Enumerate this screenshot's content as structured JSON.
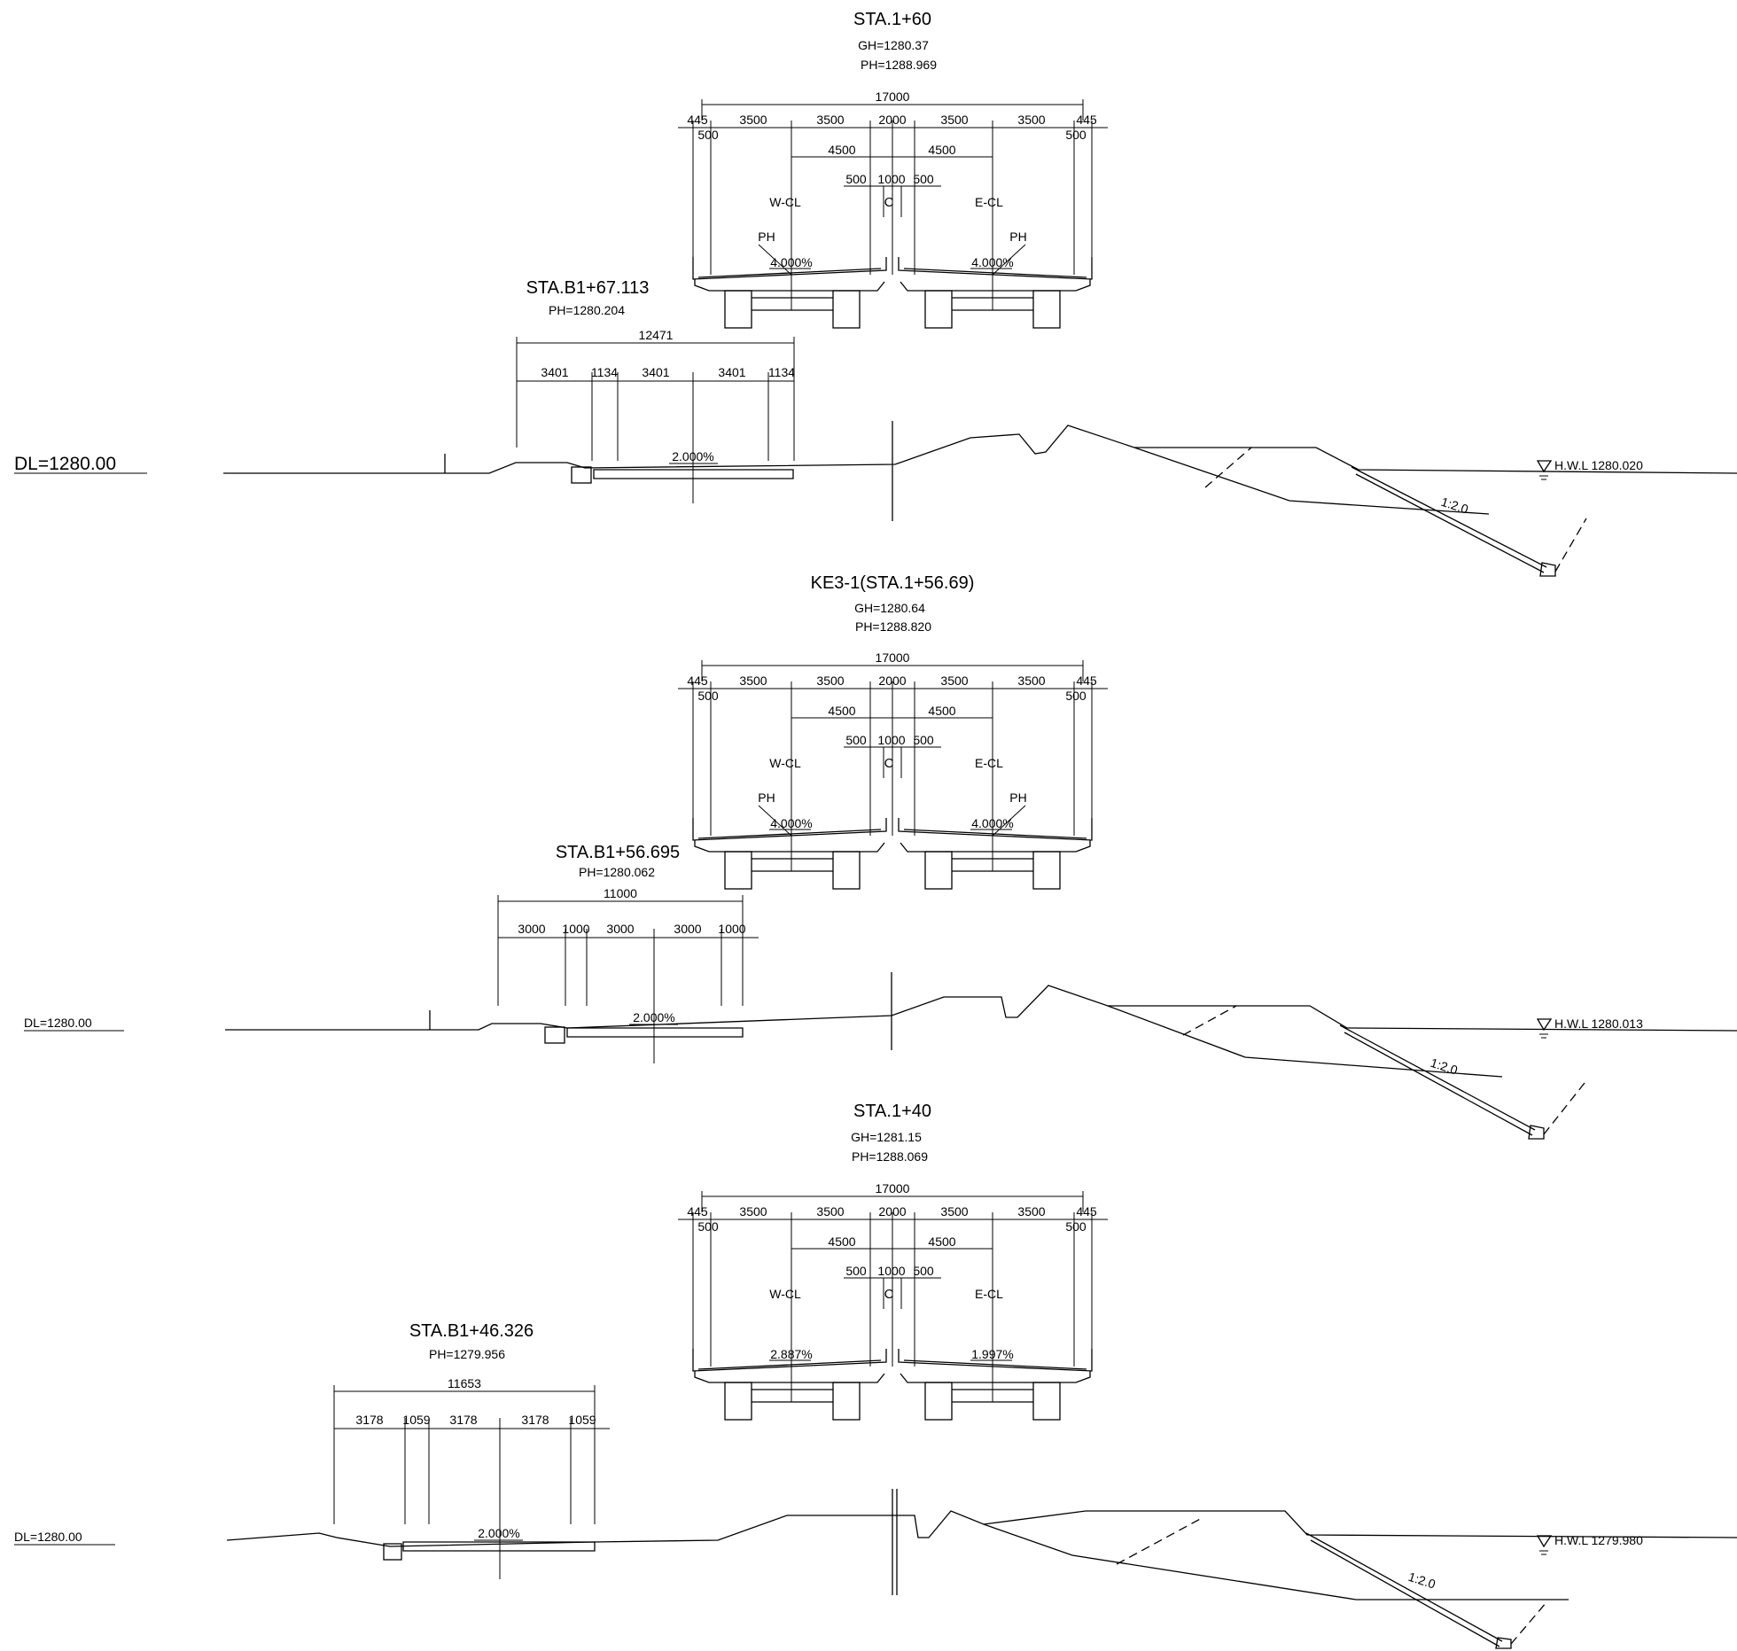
{
  "sections": [
    {
      "bridge": {
        "station": "STA.1+60",
        "gh": "GH=1280.37",
        "ph": "PH=1288.969",
        "overall": "17000",
        "spans": [
          "445",
          "3500",
          "3500",
          "2000",
          "3500",
          "3500",
          "445"
        ],
        "parapet_left": "500",
        "parapet_right": "500",
        "lane_half_left": "4500",
        "lane_half_right": "4500",
        "median": [
          "500",
          "1000",
          "500"
        ],
        "w_cl": "W-CL",
        "e_cl": "E-CL",
        "cl_mark": "C",
        "ph_left": "PH",
        "ph_right": "PH",
        "slope_left": "4.000%",
        "slope_right": "4.000%"
      },
      "road": {
        "station": "STA.B1+67.113",
        "ph": "PH=1280.204",
        "overall": "12471",
        "spans": [
          "3401",
          "1134",
          "3401",
          "3401",
          "1134"
        ],
        "slope": "2.000%"
      },
      "dl": "DL=1280.00",
      "hwl": "H.W.L 1280.020",
      "embank_slope": "1:2.0"
    },
    {
      "bridge": {
        "station": "KE3-1(STA.1+56.69)",
        "gh": "GH=1280.64",
        "ph": "PH=1288.820",
        "overall": "17000",
        "spans": [
          "445",
          "3500",
          "3500",
          "2000",
          "3500",
          "3500",
          "445"
        ],
        "parapet_left": "500",
        "parapet_right": "500",
        "lane_half_left": "4500",
        "lane_half_right": "4500",
        "median": [
          "500",
          "1000",
          "500"
        ],
        "w_cl": "W-CL",
        "e_cl": "E-CL",
        "cl_mark": "C",
        "ph_left": "PH",
        "ph_right": "PH",
        "slope_left": "4.000%",
        "slope_right": "4.000%"
      },
      "road": {
        "station": "STA.B1+56.695",
        "ph": "PH=1280.062",
        "overall": "11000",
        "spans": [
          "3000",
          "1000",
          "3000",
          "3000",
          "1000"
        ],
        "slope": "2.000%"
      },
      "dl": "DL=1280.00",
      "hwl": "H.W.L 1280.013",
      "embank_slope": "1:2.0"
    },
    {
      "bridge": {
        "station": "STA.1+40",
        "gh": "GH=1281.15",
        "ph": "PH=1288.069",
        "overall": "17000",
        "spans": [
          "445",
          "3500",
          "3500",
          "2000",
          "3500",
          "3500",
          "445"
        ],
        "parapet_left": "500",
        "parapet_right": "500",
        "lane_half_left": "4500",
        "lane_half_right": "4500",
        "median": [
          "500",
          "1000",
          "500"
        ],
        "w_cl": "W-CL",
        "e_cl": "E-CL",
        "cl_mark": "C",
        "ph_left": "",
        "ph_right": "",
        "slope_left": "2.887%",
        "slope_right": "1.997%"
      },
      "road": {
        "station": "STA.B1+46.326",
        "ph": "PH=1279.956",
        "overall": "11653",
        "spans": [
          "3178",
          "1059",
          "3178",
          "3178",
          "1059"
        ],
        "slope": "2.000%"
      },
      "dl": "DL=1280.00",
      "hwl": "H.W.L 1279.980",
      "embank_slope": "1:2.0"
    }
  ]
}
